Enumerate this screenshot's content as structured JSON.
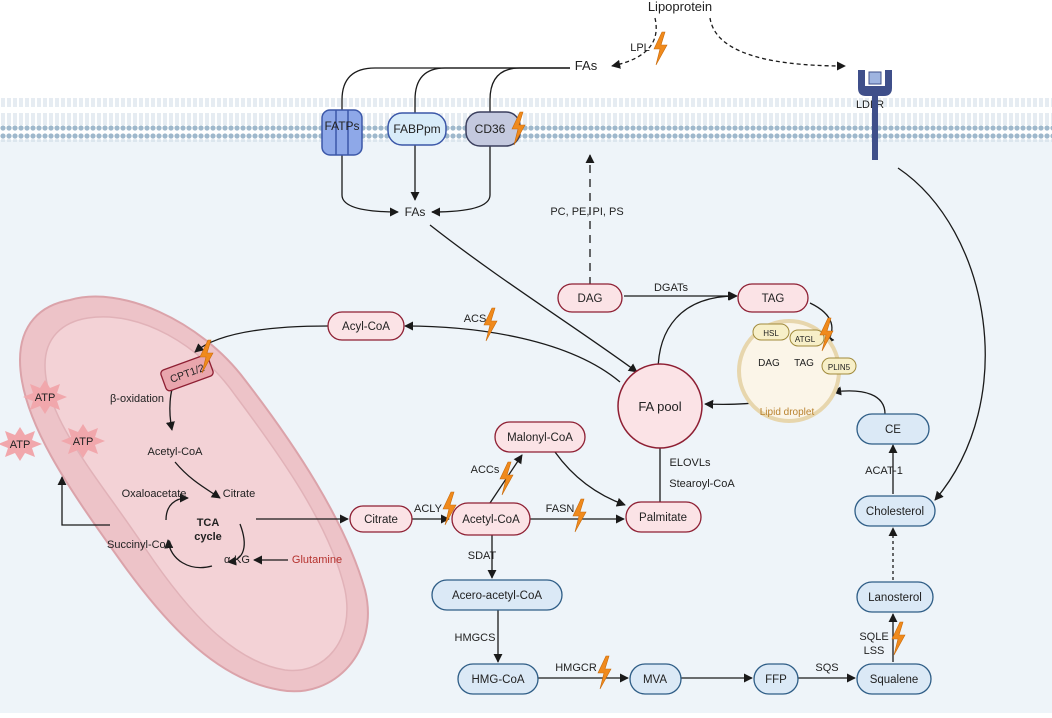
{
  "colors": {
    "cytoplasm": "#eef4f9",
    "membrane": "#a9bfd2",
    "red_node_fill": "#fbe3e6",
    "red_node_stroke": "#8e1f33",
    "blue_node_fill": "#dbe9f6",
    "blue_node_stroke": "#2e5d86",
    "mito_fill": "#edc3c8",
    "lightning": "#f08a1c",
    "atp": "#f1a7ac",
    "glutamine_text": "#b5322e",
    "droplet_text": "#b9822e"
  },
  "top": {
    "lipoprotein": "Lipoprotein",
    "lpl": "LPL",
    "fas_out": "FAs",
    "ldlr": "LDLR"
  },
  "transporters": {
    "fatps": "FATPs",
    "fabppm": "FABPpm",
    "cd36": "CD36"
  },
  "labels": {
    "fas_in": "FAs",
    "phospholipids": "PC, PE, PI, PS",
    "dgats": "DGATs",
    "acs": "ACS",
    "beta_oxidation": "β-oxidation",
    "acetyl_coa_mito": "Acetyl-CoA",
    "oxaloacetate": "Oxaloacetate",
    "citrate_mito": "Citrate",
    "tca_line1": "TCA",
    "tca_line2": "cycle",
    "succinyl_coa": "Succinyl-CoA",
    "akg": "α-KG",
    "glutamine": "Glutamine",
    "acly": "ACLY",
    "accs": "ACCs",
    "fasn": "FASN",
    "elovls": "ELOVLs",
    "stearoyl": "Stearoyl-CoA",
    "sdat": "SDAT",
    "hmgcs": "HMGCS",
    "hmgcr": "HMGCR",
    "sqs": "SQS",
    "sqle": "SQLE",
    "lss": "LSS",
    "acat1": "ACAT-1",
    "hsl": "HSL",
    "atgl": "ATGL",
    "plin5": "PLIN5",
    "droplet_dag": "DAG",
    "droplet_tag": "TAG",
    "lipid_droplet": "Lipid droplet"
  },
  "atp": [
    "ATP",
    "ATP",
    "ATP"
  ],
  "nodes": {
    "acyl_coa": "Acyl-CoA",
    "cpt": "CPT1/2",
    "dag": "DAG",
    "tag": "TAG",
    "fa_pool": "FA pool",
    "malonyl_coa": "Malonyl-CoA",
    "citrate": "Citrate",
    "acetyl_coa": "Acetyl-CoA",
    "palmitate": "Palmitate",
    "acero_acetyl_coa": "Acero-acetyl-CoA",
    "hmg_coa": "HMG-CoA",
    "mva": "MVA",
    "ffp": "FFP",
    "squalene": "Squalene",
    "lanosterol": "Lanosterol",
    "cholesterol": "Cholesterol",
    "ce": "CE"
  }
}
